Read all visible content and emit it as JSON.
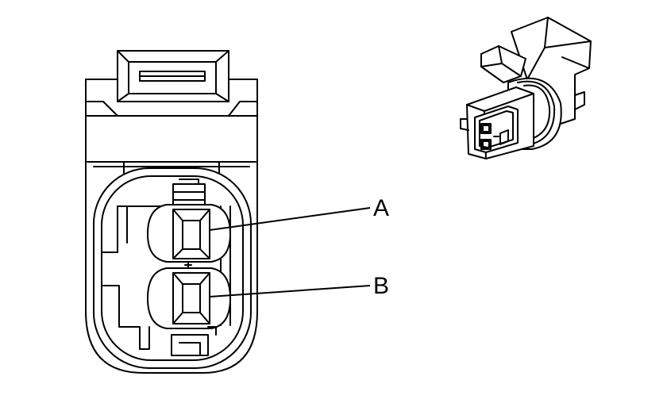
{
  "callouts": {
    "a": "A",
    "b": "B"
  },
  "icons": {
    "connector_face": "connector-face-view",
    "connector_iso": "connector-isometric-view"
  },
  "colors": {
    "stroke": "#000000",
    "background": "#ffffff"
  }
}
